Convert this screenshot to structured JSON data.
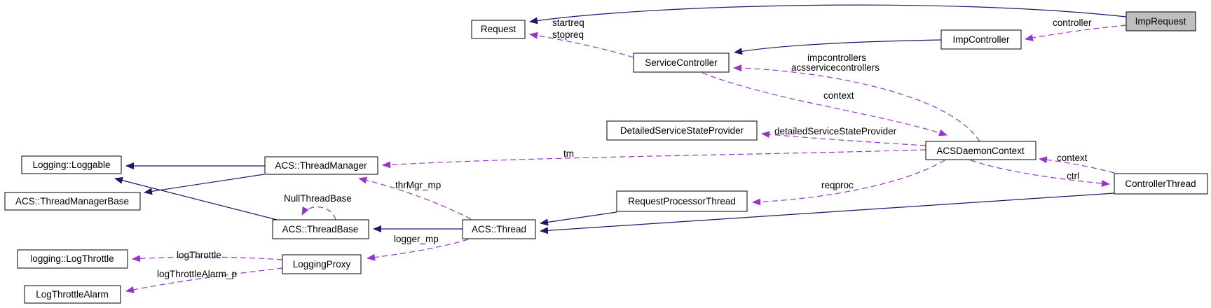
{
  "diagram": {
    "type": "doxygen-collaboration-diagram",
    "colors": {
      "inheritance_edge": "#191970",
      "usage_edge": "#9a32cd",
      "node_border": "#000000",
      "node_fill": "#ffffff",
      "highlight_node_fill": "#bfbfbf",
      "label_text": "#000000"
    },
    "nodes": {
      "request": "Request",
      "service_controller": "ServiceController",
      "imp_controller": "ImpController",
      "imp_request": "ImpRequest",
      "detailed_service_state_provider": "DetailedServiceStateProvider",
      "acs_daemon_context": "ACSDaemonContext",
      "controller_thread": "ControllerThread",
      "request_processor_thread": "RequestProcessorThread",
      "loggable": "Logging::Loggable",
      "thread_manager_base": "ACS::ThreadManagerBase",
      "thread_manager": "ACS::ThreadManager",
      "thread_base": "ACS::ThreadBase",
      "thread": "ACS::Thread",
      "logging_proxy": "LoggingProxy",
      "log_throttle": "logging::LogThrottle",
      "log_throttle_alarm": "LogThrottleAlarm"
    },
    "edge_labels": {
      "startreq": "startreq",
      "stopreq": "stopreq",
      "controller": "controller",
      "impcontrollers": "impcontrollers",
      "acsservicecontrollers": "acsservicecontrollers",
      "context_top": "context",
      "context_right": "context",
      "ctrl": "ctrl",
      "detailed_service_state_provider": "detailedServiceStateProvider",
      "tm": "tm",
      "thr_mgr_mp": "thrMgr_mp",
      "reqproc": "reqproc",
      "null_thread_base": "NullThreadBase",
      "logger_mp": "logger_mp",
      "log_throttle": "logThrottle",
      "log_throttle_alarm_p": "logThrottleAlarm_p"
    }
  }
}
